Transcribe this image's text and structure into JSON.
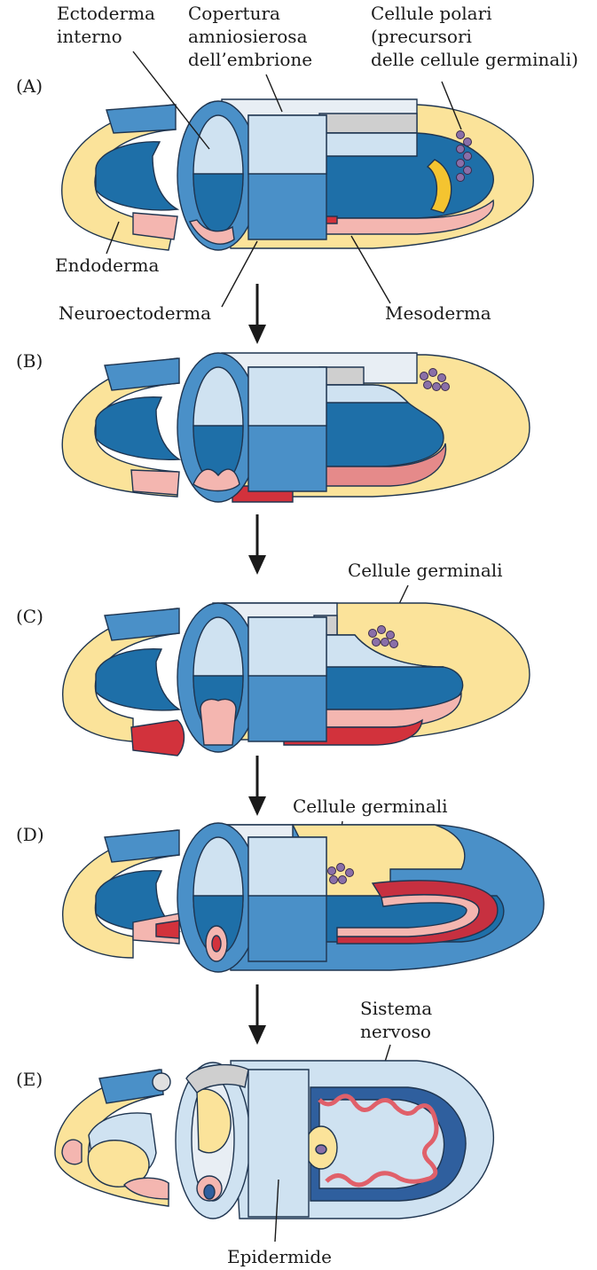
{
  "figure": {
    "panels": [
      "(A)",
      "(B)",
      "(C)",
      "(D)",
      "(E)"
    ],
    "labels": {
      "ectoderma_interno": [
        "Ectoderma",
        "interno"
      ],
      "copertura": [
        "Copertura",
        "amniosierosa",
        "dell’embrione"
      ],
      "cellule_polari": [
        "Cellule polari",
        "(precursori",
        "delle cellule germinali)"
      ],
      "endoderma": "Endoderma",
      "neuroectoderma": "Neuroectoderma",
      "mesoderma": "Mesoderma",
      "cellule_germinali_c": "Cellule germinali",
      "cellule_germinali_d": "Cellule germinali",
      "sistema_nervoso": [
        "Sistema",
        "nervoso"
      ],
      "epidermide": "Epidermide"
    },
    "colors": {
      "dark_blue": "#1e6fa8",
      "mid_blue": "#4a90c8",
      "light_blue": "#cfe2f1",
      "yellow": "#fbe39a",
      "gold": "#f4c430",
      "pink": "#f4b6b0",
      "red": "#d2323c",
      "grey": "#cfcfcf",
      "navy": "#2f5f9e",
      "purple": "#8a6fa8"
    }
  }
}
